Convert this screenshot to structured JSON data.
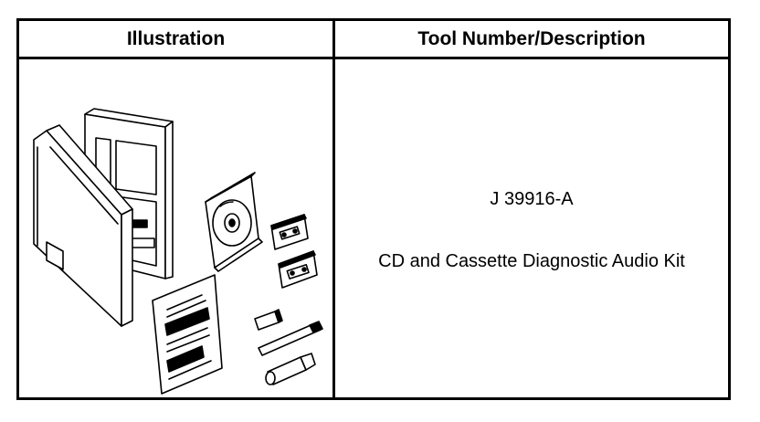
{
  "table": {
    "headers": {
      "illustration": "Illustration",
      "tool": "Tool Number/Description"
    },
    "row": {
      "tool_number": "J 39916-A",
      "description": "CD and Cassette Diagnostic Audio Kit",
      "illustration_icons": [
        "binder-case-icon",
        "compact-disc-icon",
        "cassette-tape-icon",
        "instruction-sheet-icon",
        "connector-plug-icon",
        "cleaning-swab-icon",
        "cleaning-fluid-bottle-icon"
      ]
    }
  }
}
